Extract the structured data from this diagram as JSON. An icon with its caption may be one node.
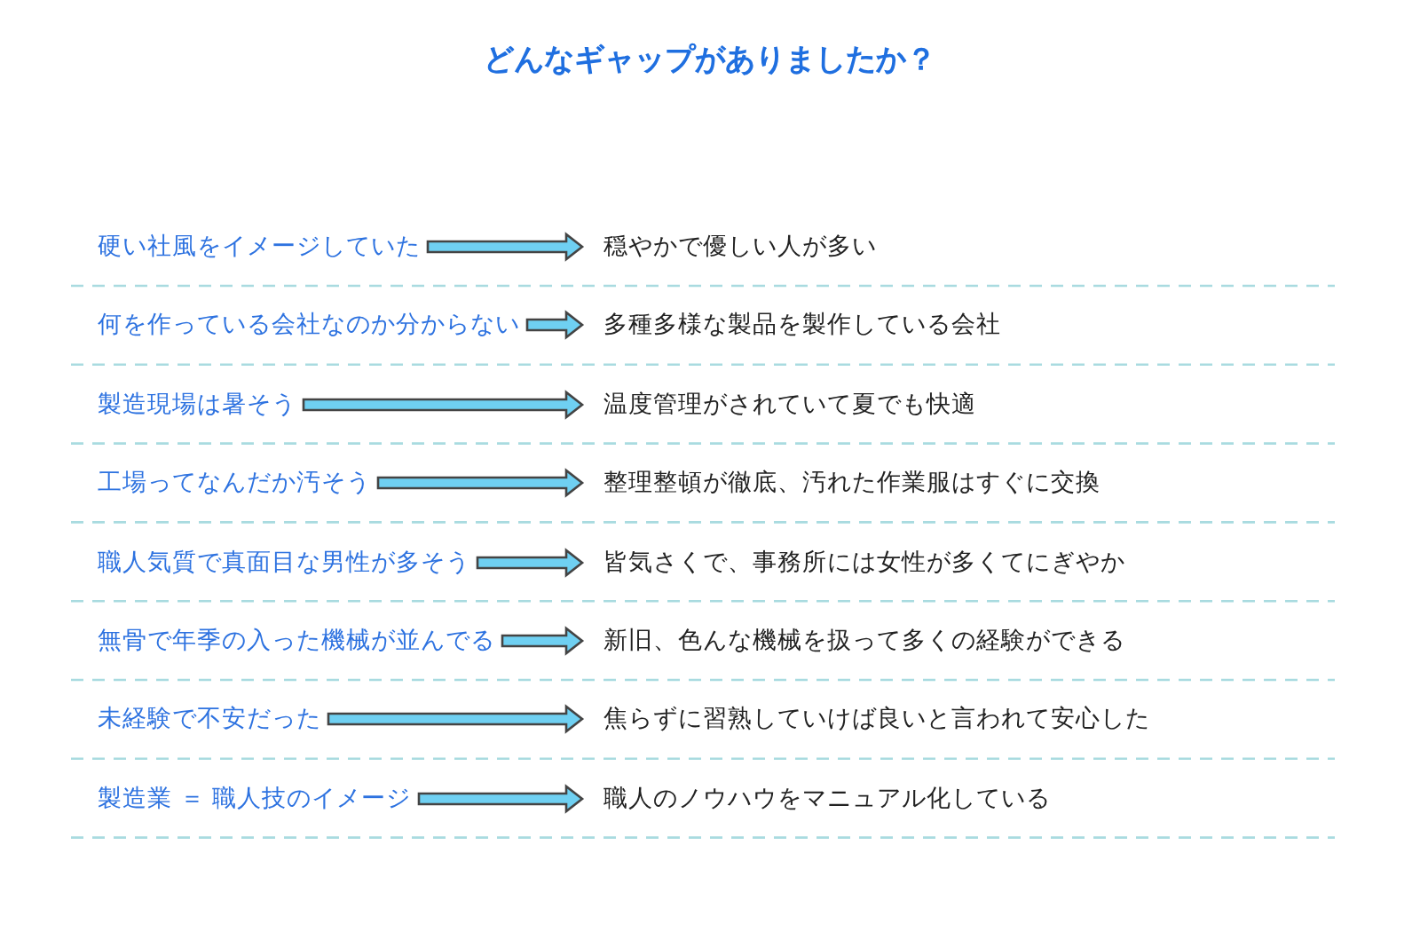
{
  "diagram": {
    "title": "どんなギャップがありましたか？",
    "nodes": [
      {
        "text": [
          "硬い社風をイメージしていた"
        ]
      },
      {
        "text": [
          "穏やかで優しい人が多い"
        ]
      },
      {
        "text": [
          "何を作っている会社なのか分からない"
        ]
      },
      {
        "text": [
          "多種多様な製品を製作している会社"
        ]
      },
      {
        "text": [
          "製造現場は暑そう"
        ]
      },
      {
        "text": [
          "温度管理がされていて夏でも快適"
        ]
      },
      {
        "text": [
          "工場ってなんだか汚そう"
        ]
      },
      {
        "text": [
          "整理整頓が徹底、汚れた作業服はすぐに交換"
        ]
      },
      {
        "text": [
          "職人気質で真面目な男性が多そう"
        ]
      },
      {
        "text": [
          "皆気さくで、事務所には女性が多くてにぎやか"
        ]
      },
      {
        "text": [
          "無骨で年季の入った機械が並んでる"
        ]
      },
      {
        "text": [
          "新旧、色んな機械を扱って多くの経験ができる"
        ]
      },
      {
        "text": [
          "未経験で不安だった"
        ]
      },
      {
        "text": [
          "焦らずに習熟していけば良いと言われて安心した"
        ]
      },
      {
        "text": [
          "製造業 ＝ 職人技のイメージ"
        ]
      },
      {
        "text": [
          "職人のノウハウをマニュアル化している"
        ]
      }
    ],
    "edges": [
      {
        "from": 0,
        "to": 1,
        "arrow": "to"
      },
      {
        "from": 2,
        "to": 3,
        "arrow": "to"
      },
      {
        "from": 4,
        "to": 5,
        "arrow": "to"
      },
      {
        "from": 6,
        "to": 7,
        "arrow": "to"
      },
      {
        "from": 8,
        "to": 9,
        "arrow": "to"
      },
      {
        "from": 10,
        "to": 11,
        "arrow": "to"
      },
      {
        "from": 12,
        "to": 13,
        "arrow": "to"
      },
      {
        "from": 14,
        "to": 15,
        "arrow": "to"
      }
    ]
  }
}
